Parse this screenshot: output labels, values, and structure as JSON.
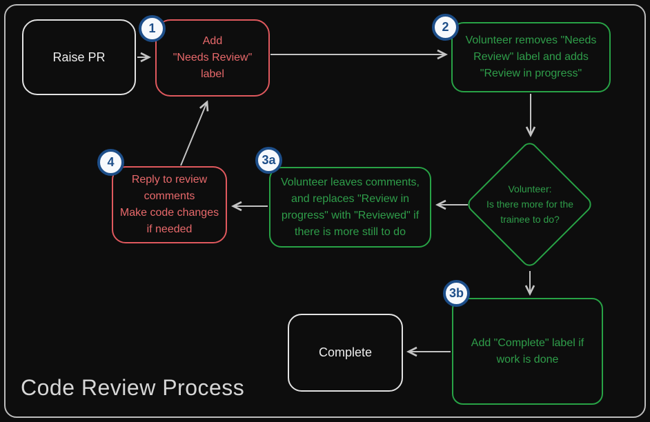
{
  "title": "Code Review Process",
  "colors": {
    "background": "#0d0d0d",
    "frame_border": "#bdbdbd",
    "red_accent": "#e8696b",
    "green_accent": "#28a346",
    "neutral_accent": "#e3e3e3",
    "badge_blue": "#1d4e89",
    "badge_fill": "#f7f9fc",
    "arrow_gray": "#c4c4c4",
    "title_gray": "#d6d6d6"
  },
  "nodes": {
    "raise_pr": {
      "label": "Raise PR"
    },
    "add_needs_review": {
      "label": "Add\n\"Needs Review\"\nlabel",
      "badge": "1"
    },
    "volunteer_removes": {
      "label": "Volunteer removes \"Needs Review\" label and adds \"Review in progress\"",
      "badge": "2"
    },
    "decision": {
      "label": "Volunteer:\nIs there more for the trainee to do?"
    },
    "volunteer_comments": {
      "label": "Volunteer leaves comments, and replaces \"Review in progress\" with \"Reviewed\" if there is more still to do",
      "badge": "3a"
    },
    "reply_comments": {
      "label": "Reply to review comments\nMake code changes if needed",
      "badge": "4"
    },
    "add_complete": {
      "label": "Add \"Complete\" label if work is done",
      "badge": "3b"
    },
    "complete": {
      "label": "Complete"
    }
  }
}
